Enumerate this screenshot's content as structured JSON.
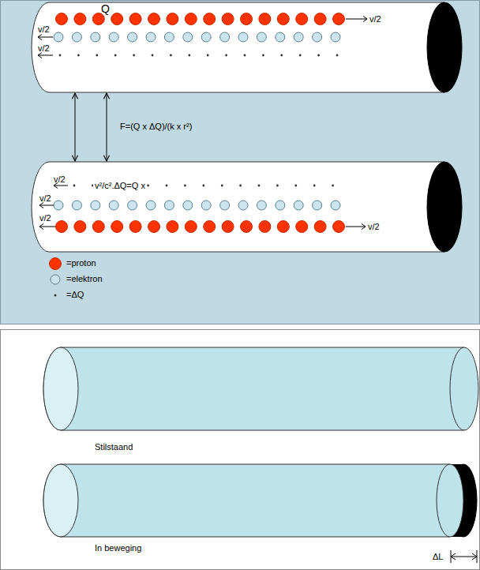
{
  "diagram": {
    "nodes": [
      {
        "text": [
          "Q",
          "v/2",
          "v/2",
          "v/2"
        ]
      },
      {
        "text": [
          "v/2",
          "v²/c².ΔQ=Q x",
          "v/2",
          "v/2",
          "v/2"
        ]
      }
    ],
    "edges": [
      {
        "from": 0,
        "to": 1,
        "arrow": "both",
        "label": "F=(Q x ΔQ)/(k x r²)"
      },
      {
        "from": 0,
        "to": 1,
        "arrow": "both"
      }
    ],
    "labels": [
      "Stilstaand",
      "In beweging",
      "ΔL"
    ],
    "legend": [
      {
        "text": "=proton",
        "color": "#ff3300"
      },
      {
        "text": "=elektron",
        "color": "#cce4ee"
      },
      {
        "text": "=ΔQ"
      }
    ]
  }
}
